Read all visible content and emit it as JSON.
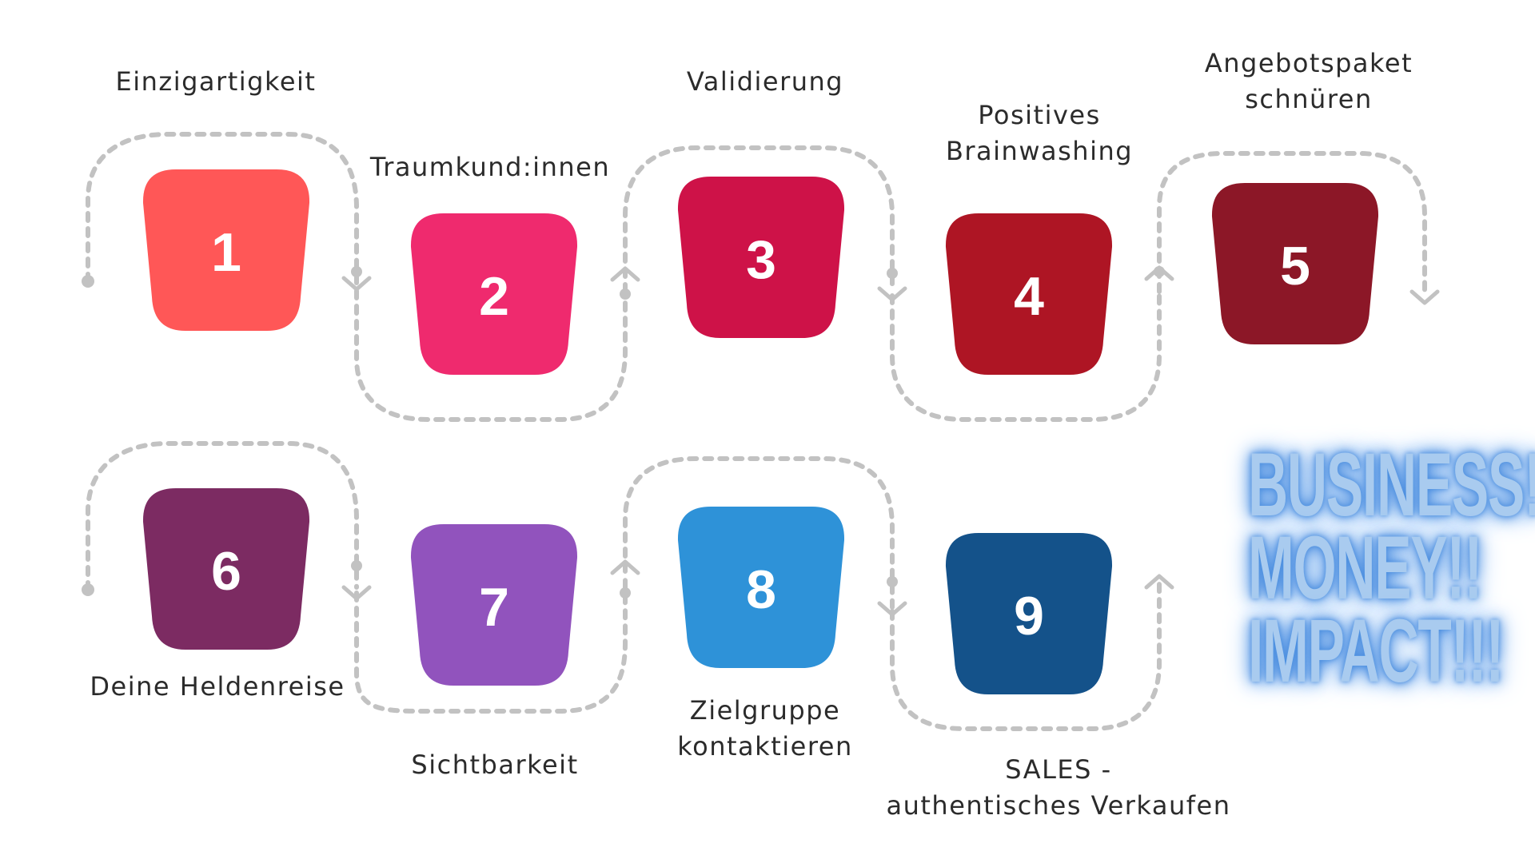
{
  "steps": [
    {
      "number": "1",
      "label": "Einzigartigkeit",
      "color": "#ff5757"
    },
    {
      "number": "2",
      "label": "Traumkund:innen",
      "color": "#ef2a6e"
    },
    {
      "number": "3",
      "label": "Validierung",
      "color": "#ce1248"
    },
    {
      "number": "4",
      "label": "Positives\nBrainwashing",
      "color": "#ae1524"
    },
    {
      "number": "5",
      "label": "Angebotspaket\nschnüren",
      "color": "#8c1727"
    },
    {
      "number": "6",
      "label": "Deine Heldenreise",
      "color": "#7c2b62"
    },
    {
      "number": "7",
      "label": "Sichtbarkeit",
      "color": "#9153bd"
    },
    {
      "number": "8",
      "label": "Zielgruppe\nkontaktieren",
      "color": "#2e92d8"
    },
    {
      "number": "9",
      "label": "SALES -\nauthentisches Verkaufen",
      "color": "#14528a"
    }
  ],
  "tagline": {
    "line1": "BUSINESS!",
    "line2": "MONEY!!",
    "line3": "IMPACT!!!"
  },
  "colors": {
    "connector": "#c2c2c2",
    "number_text": "#ffffff",
    "tagline_fill": "#a9cbef",
    "tagline_glow": "#2f78d6"
  },
  "icons": [
    "start-dot-icon",
    "arrow-down-icon",
    "arrow-up-icon"
  ]
}
